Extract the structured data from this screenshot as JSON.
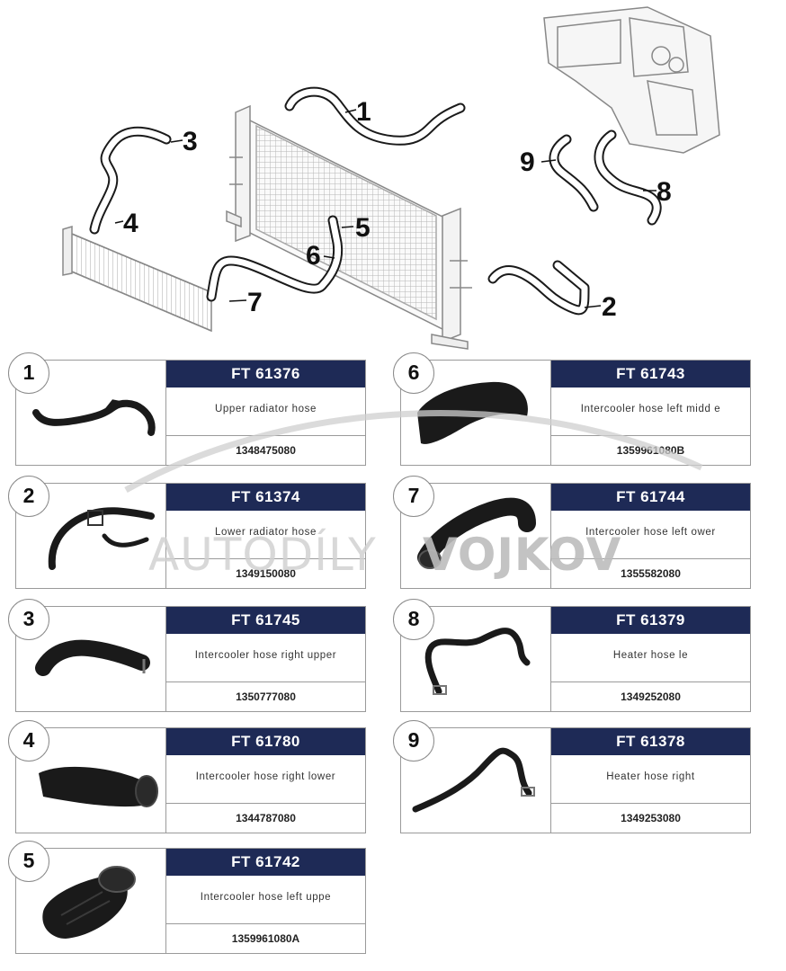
{
  "callouts": [
    "1",
    "2",
    "3",
    "4",
    "5",
    "6",
    "7",
    "8",
    "9"
  ],
  "parts": [
    {
      "number": "1",
      "code": "FT 61376",
      "description": "Upper radiator hose",
      "oem": "1348475080"
    },
    {
      "number": "2",
      "code": "FT 61374",
      "description": "Lower radiator hose",
      "oem": "1349150080"
    },
    {
      "number": "3",
      "code": "FT 61745",
      "description": "Intercooler hose right upper",
      "oem": "1350777080"
    },
    {
      "number": "4",
      "code": "FT 61780",
      "description": "Intercooler hose right lower",
      "oem": "1344787080"
    },
    {
      "number": "5",
      "code": "FT 61742",
      "description": "Intercooler hose left uppe",
      "oem": "1359961080A"
    },
    {
      "number": "6",
      "code": "FT 61743",
      "description": "Intercooler hose left midd e",
      "oem": "1359961080B"
    },
    {
      "number": "7",
      "code": "FT 61744",
      "description": "Intercooler hose left  ower",
      "oem": "1355582080"
    },
    {
      "number": "8",
      "code": "FT 61379",
      "description": "Heater hose le",
      "oem": "1349252080"
    },
    {
      "number": "9",
      "code": "FT 61378",
      "description": "Heater hose right",
      "oem": "1349253080"
    }
  ],
  "watermark": {
    "left": "AUTODÍLY",
    "right": "VOJKOV"
  },
  "colors": {
    "header": "#1e2a56",
    "border": "#9a9a9a",
    "hose": "#1a1a1a",
    "watermark": "#c9c9c9"
  }
}
